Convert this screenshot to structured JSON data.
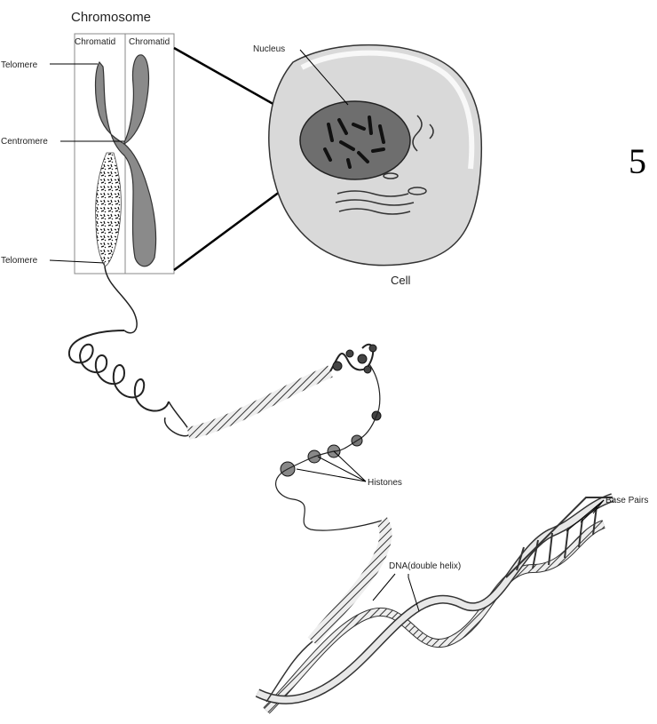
{
  "labels": {
    "chromosome": "Chromosome",
    "chromatid_left": "Chromatid",
    "chromatid_right": "Chromatid",
    "telomere_top": "Telomere",
    "centromere": "Centromere",
    "telomere_bottom": "Telomere",
    "nucleus": "Nucleus",
    "cell": "Cell",
    "histones": "Histones",
    "dna": "DNA(double helix)",
    "base_pairs": "Base Pairs"
  },
  "slide_number": "5"
}
